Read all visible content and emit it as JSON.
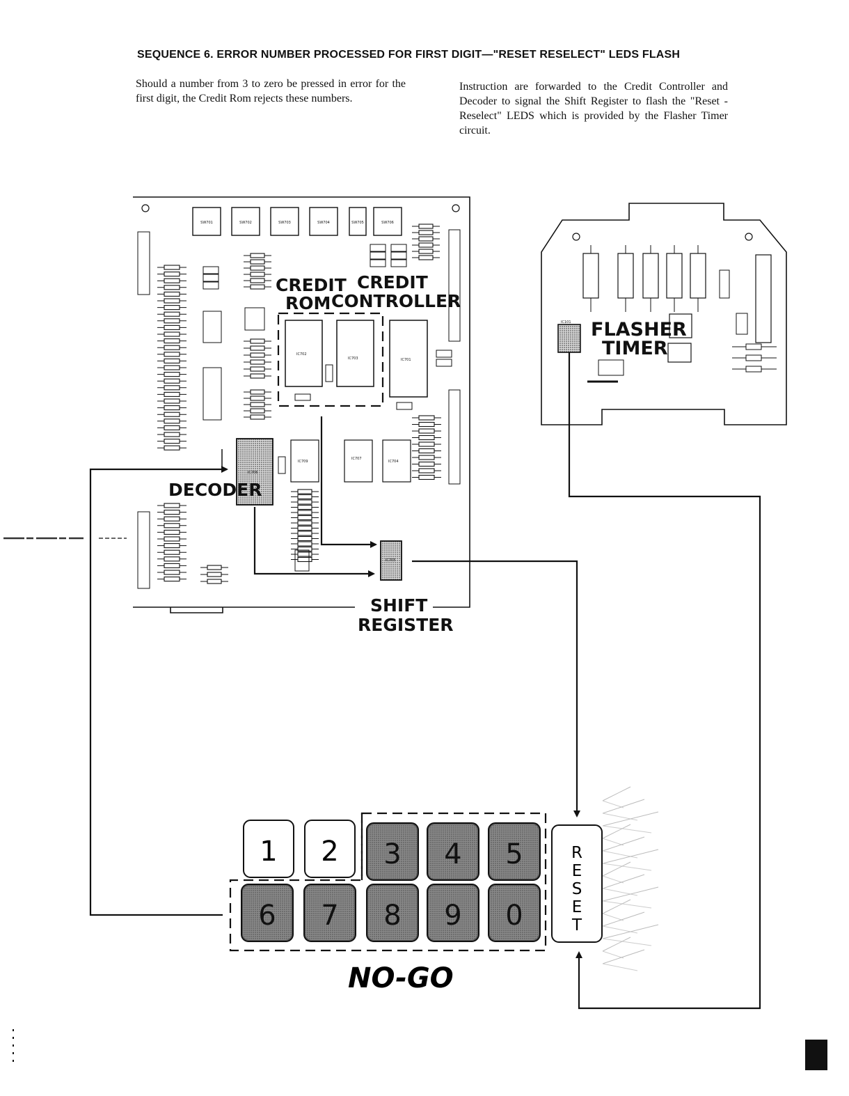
{
  "heading": "SEQUENCE 6. ERROR NUMBER PROCESSED FOR FIRST DIGIT—\"RESET RESELECT\" LEDS FLASH",
  "paragraphs": [
    "Should a number from 3 to zero be pressed in error for the first digit, the Credit Rom rejects these numbers.",
    "Instruction are forwarded to the Credit Controller and Decoder to signal the Shift Register to flash the \"Reset - Reselect\" LEDS which is provided by the Flasher Timer circuit."
  ],
  "labels": {
    "credit": "CREDIT",
    "rom": "ROM",
    "credit2": "CREDIT",
    "controller": "CONTROLLER",
    "decoder": "DECODER",
    "shift": "SHIFT",
    "register": "REGISTER",
    "flasher": "FLASHER",
    "timer": "TIMER",
    "no_go": "NO-GO"
  },
  "switches": [
    "SW701",
    "SW702",
    "SW703",
    "SW704",
    "SW705",
    "SW706"
  ],
  "chips": {
    "rom": "IC702",
    "controller": "IC703",
    "ic701": "IC701",
    "decoder": "IC706",
    "ic709": "IC709",
    "ic707": "IC707",
    "ic704": "IC704",
    "shift": "IC705",
    "flasher": "IC101"
  },
  "keypad": {
    "enabled": [
      "1",
      "2"
    ],
    "no_go": [
      "3",
      "4",
      "5",
      "6",
      "7",
      "8",
      "9",
      "0"
    ],
    "reset": [
      "R",
      "E",
      "S",
      "E",
      "T"
    ]
  },
  "colors": {
    "no_go_key": "#5e5e5e",
    "enabled_key": "#ffffff",
    "line": "#111111"
  }
}
